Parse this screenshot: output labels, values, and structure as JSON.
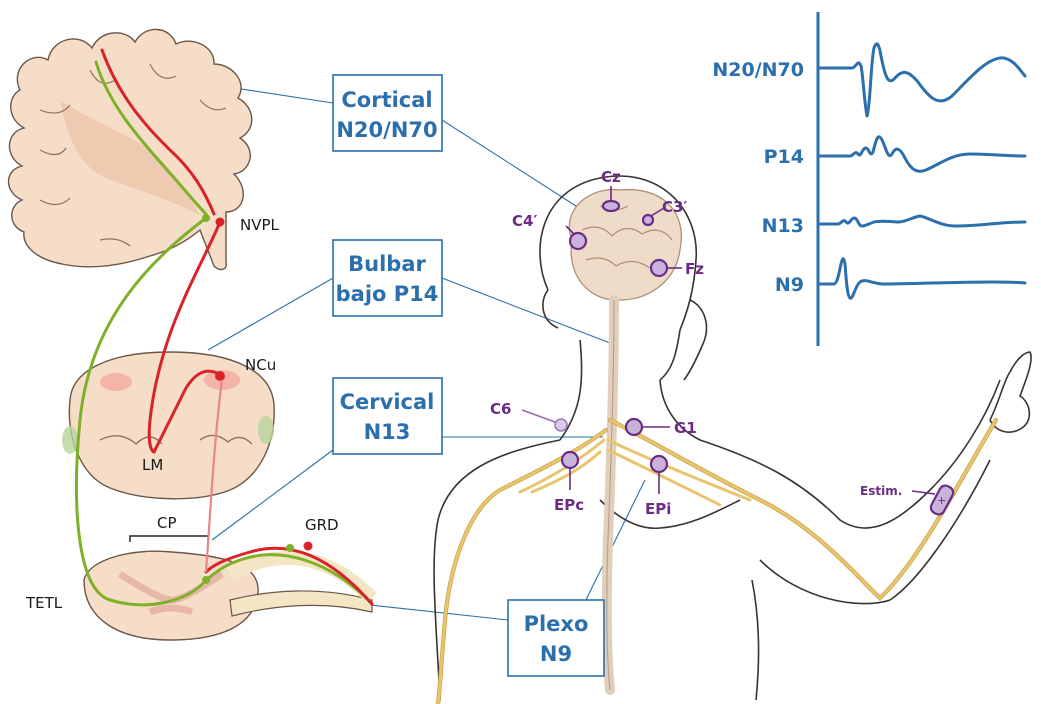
{
  "boxes": {
    "cortical": [
      "Cortical",
      "N20/N70"
    ],
    "bulbar": [
      "Bulbar",
      "bajo P14"
    ],
    "cervical": [
      "Cervical",
      "N13"
    ],
    "plexo": [
      "Plexo",
      "N9"
    ]
  },
  "waveforms": {
    "labels": [
      "N20/N70",
      "P14",
      "N13",
      "N9"
    ]
  },
  "anatomy_labels": {
    "nvpl": "NVPL",
    "ncu": "NCu",
    "lm": "LM",
    "cp": "CP",
    "grd": "GRD",
    "tetl": "TETL"
  },
  "electrodes": {
    "cz": "Cz",
    "c3": "C3′",
    "c4": "C4′",
    "fz": "Fz",
    "c6": "C6",
    "g1": "G1",
    "epc": "EPc",
    "epi": "EPi",
    "estim": "Estim."
  },
  "colors": {
    "box_blue": "#2b6fad",
    "electrode_purple": "#6a2c85",
    "pathway_red": "#d9232a",
    "pathway_green": "#7fb02a",
    "nerve_yellow": "#e9c46e",
    "tissue": "#f5ddc7"
  }
}
